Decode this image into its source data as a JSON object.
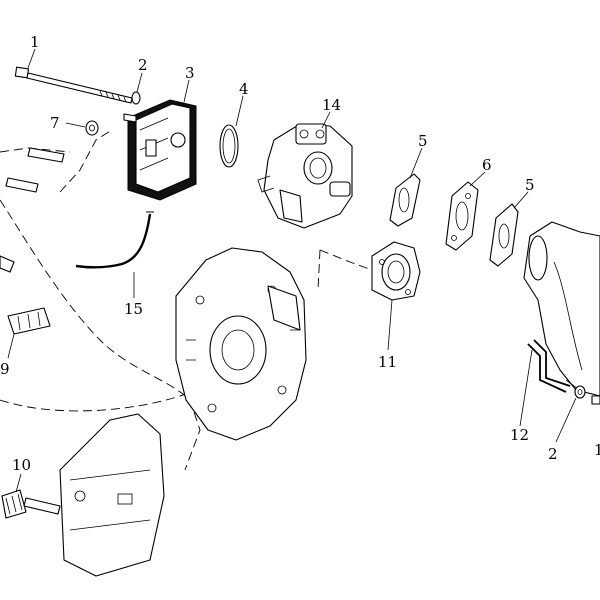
{
  "callouts": {
    "p1": "1",
    "p2a": "2",
    "p3": "3",
    "p4": "4",
    "p14": "14",
    "p7": "7",
    "p5a": "5",
    "p6": "6",
    "p5b": "5",
    "p15": "15",
    "p11": "11",
    "p9": "9",
    "p12": "12",
    "p2b": "2",
    "p10": "10",
    "p1b": "1"
  }
}
